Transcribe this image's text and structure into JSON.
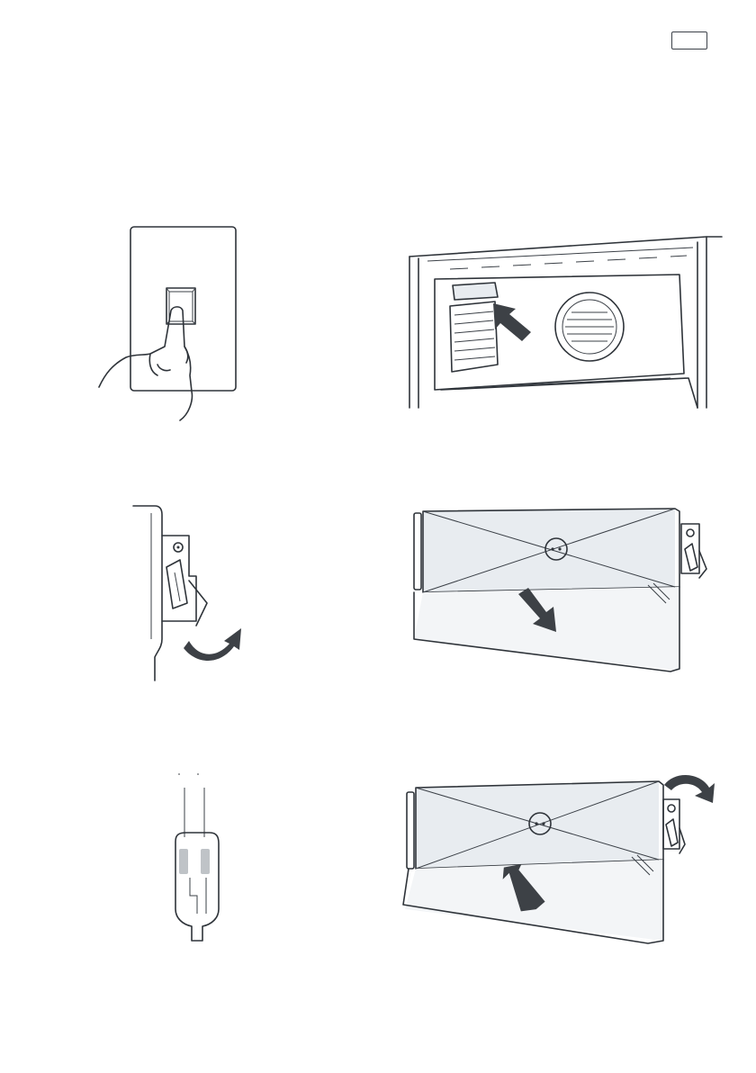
{
  "page_tab": {
    "label": ""
  },
  "figures": [
    {
      "id": "fig-1",
      "icon": "hand-pressing-switch"
    },
    {
      "id": "fig-2",
      "icon": "oven-light-cover"
    },
    {
      "id": "fig-3",
      "icon": "door-hinge-lever"
    },
    {
      "id": "fig-4",
      "icon": "remove-door-glass"
    },
    {
      "id": "fig-5",
      "icon": "halogen-bulb"
    },
    {
      "id": "fig-6",
      "icon": "refit-door-glass"
    }
  ],
  "colors": {
    "line": "#2f343a",
    "arrow": "#3d4146",
    "glass": "#e8ecf0"
  }
}
